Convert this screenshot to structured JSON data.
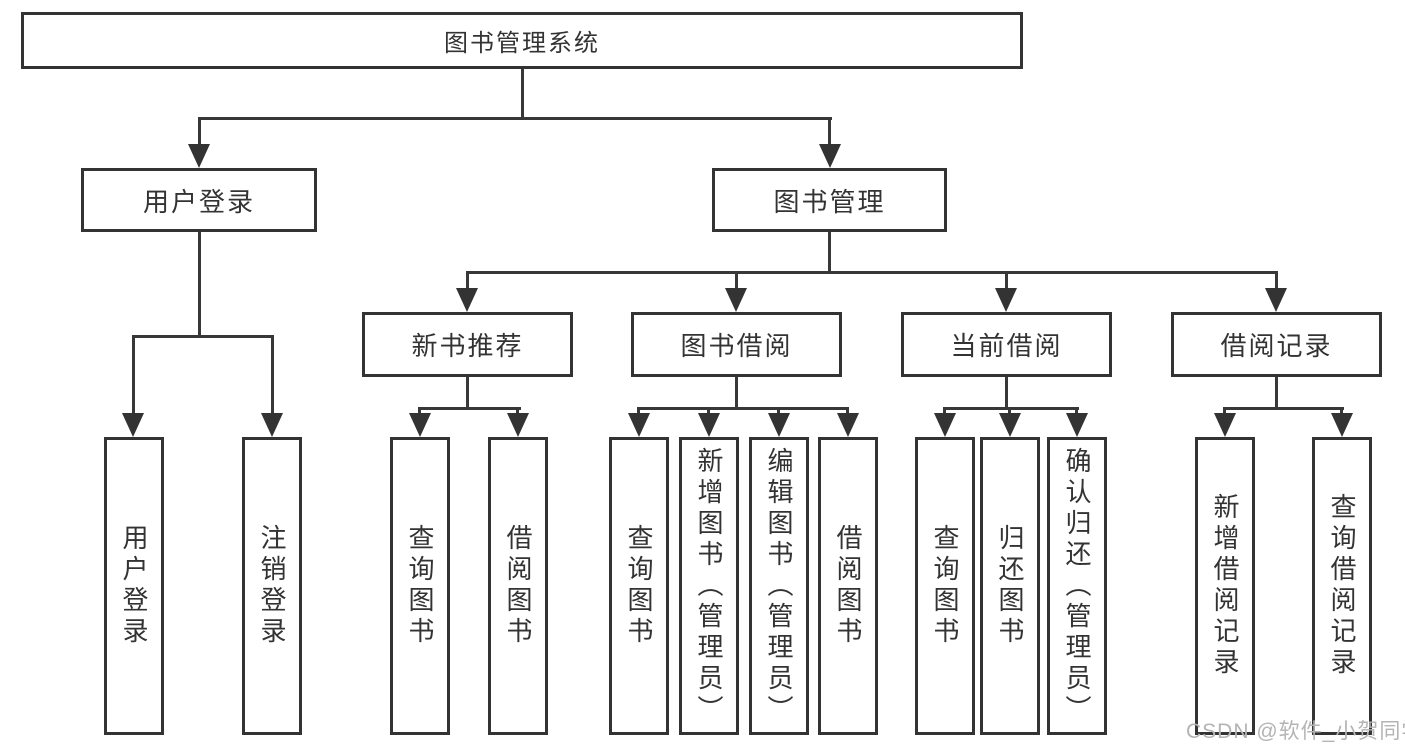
{
  "root": {
    "label": "图书管理系统"
  },
  "branches": [
    {
      "label": "用户登录",
      "leaves": [
        {
          "label": "用户登录"
        },
        {
          "label": "注销登录"
        }
      ]
    },
    {
      "label": "图书管理",
      "sections": [
        {
          "label": "新书推荐",
          "leaves": [
            {
              "label": "查询图书"
            },
            {
              "label": "借阅图书"
            }
          ]
        },
        {
          "label": "图书借阅",
          "leaves": [
            {
              "label": "查询图书"
            },
            {
              "label": "新增图书（管理员）"
            },
            {
              "label": "编辑图书（管理员）"
            },
            {
              "label": "借阅图书"
            }
          ]
        },
        {
          "label": "当前借阅",
          "leaves": [
            {
              "label": "查询图书"
            },
            {
              "label": "归还图书"
            },
            {
              "label": "确认归还（管理员）"
            }
          ]
        },
        {
          "label": "借阅记录",
          "leaves": [
            {
              "label": "新增借阅记录"
            },
            {
              "label": "查询借阅记录"
            }
          ]
        }
      ]
    }
  ],
  "watermark": {
    "text": "CSDN @软件_小贺同学"
  },
  "colors": {
    "line": "#333333",
    "text": "#333333",
    "watermark": "#b4b4b4",
    "background": "#ffffff"
  }
}
